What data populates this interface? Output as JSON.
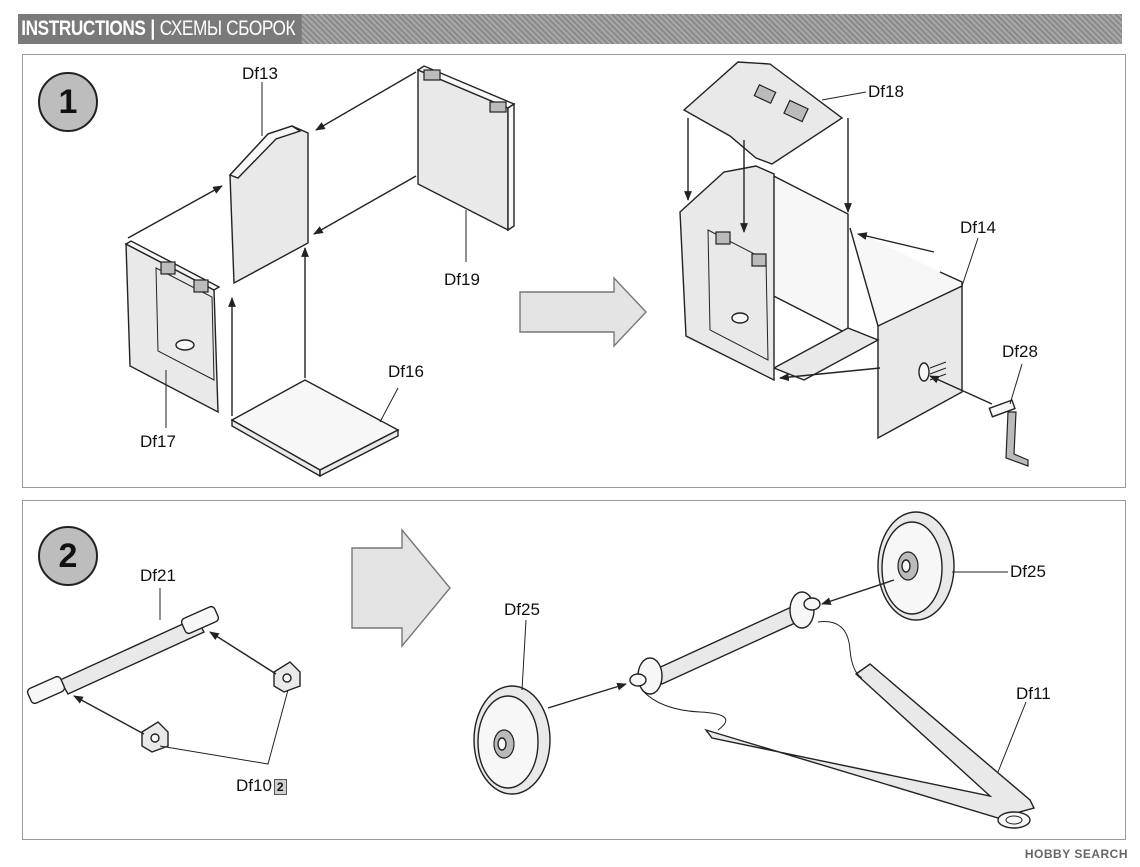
{
  "header": {
    "title_en": "INSTRUCTIONS",
    "separator": "|",
    "title_ru": "СХЕМЫ СБОРОК"
  },
  "steps": [
    {
      "number": "1",
      "parts": {
        "df13": "Df13",
        "df19": "Df19",
        "df16": "Df16",
        "df17": "Df17",
        "df18": "Df18",
        "df14": "Df14",
        "df28": "Df28"
      }
    },
    {
      "number": "2",
      "parts": {
        "df21": "Df21",
        "df10": "Df10",
        "df10_qty": "2",
        "df25_left": "Df25",
        "df25_right": "Df25",
        "df11": "Df11"
      }
    }
  ],
  "watermark": "HOBBY SEARCH",
  "colors": {
    "header_bg": "#7a7a7a",
    "step_circle": "#bdbdbd",
    "panel_border": "#9a9a9a"
  }
}
